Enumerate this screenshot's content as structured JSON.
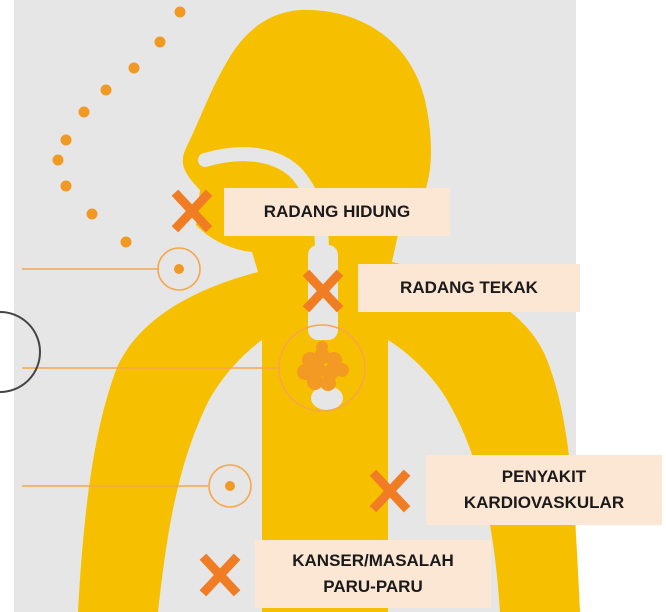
{
  "colors": {
    "background": "#e6e6e6",
    "body": "#f6c000",
    "cross": "#f07d23",
    "dot": "#f19a23",
    "label_bg": "#fce6d4",
    "line": "#f6a64a"
  },
  "labels": {
    "nose": "RADANG HIDUNG",
    "throat": "RADANG TEKAK",
    "cardio_line1": "PENYAKIT",
    "cardio_line2": "KARDIOVASKULAR",
    "lung_line1": "KANSER/MASALAH",
    "lung_line2": "PARU-PARU"
  },
  "icons": [
    "cross-icon",
    "target-circle-icon",
    "dot-trail"
  ]
}
